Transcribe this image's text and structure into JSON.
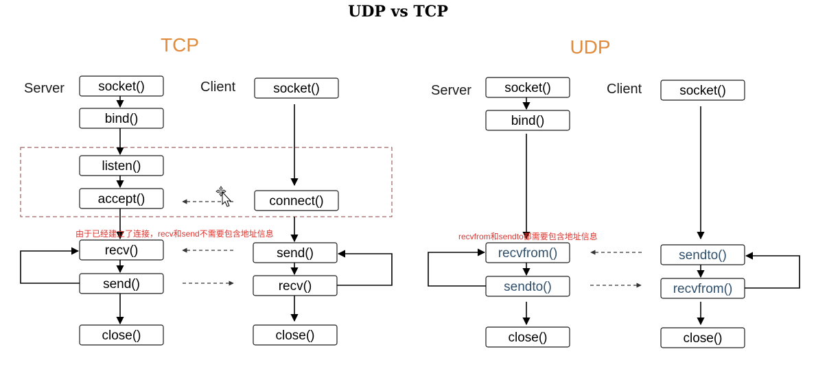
{
  "title": "UDP vs TCP",
  "tcp": {
    "heading": "TCP",
    "server_label": "Server",
    "client_label": "Client",
    "server": {
      "socket": "socket()",
      "bind": "bind()",
      "listen": "listen()",
      "accept": "accept()",
      "recv": "recv()",
      "send": "send()",
      "close": "close()"
    },
    "client": {
      "socket": "socket()",
      "connect": "connect()",
      "send": "send()",
      "recv": "recv()",
      "close": "close()"
    },
    "note": "由于已经建立了连接，recv和send不需要包含地址信息"
  },
  "udp": {
    "heading": "UDP",
    "server_label": "Server",
    "client_label": "Client",
    "server": {
      "socket": "socket()",
      "bind": "bind()",
      "recvfrom": "recvfrom()",
      "sendto": "sendto()",
      "close": "close()"
    },
    "client": {
      "socket": "socket()",
      "sendto": "sendto()",
      "recvfrom": "recvfrom()",
      "close": "close()"
    },
    "note": "recvfrom和sendto都需要包含地址信息"
  }
}
